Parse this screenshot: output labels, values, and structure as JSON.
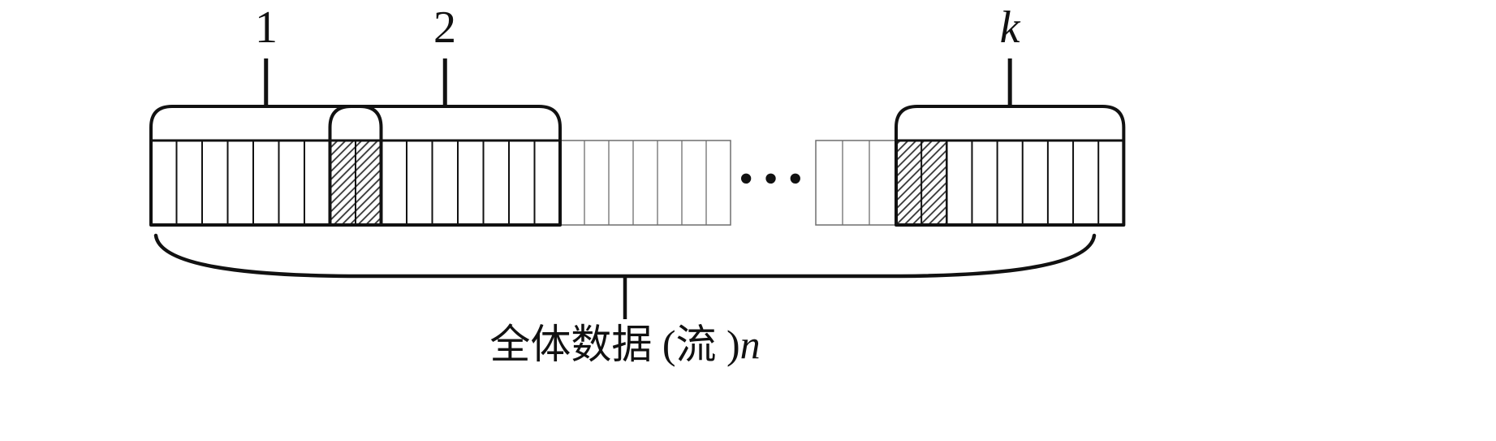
{
  "figure": {
    "window_labels": [
      {
        "text": "1",
        "italic": false
      },
      {
        "text": "2",
        "italic": false
      },
      {
        "text": "k",
        "italic": true
      }
    ],
    "ellipsis": "···",
    "caption": {
      "cjk": "全体数据 (流 )",
      "variable": "n"
    },
    "colors": {
      "ink": "#111111",
      "thin_ink": "#6e6e6e",
      "hatch_ink": "#333333",
      "background": "#ffffff"
    },
    "structure": {
      "window1_cells": 9,
      "window2_cells": 9,
      "overlap_cells_1_2": 2,
      "gap_cells_after_window2": 7,
      "gap_cells_before_window_k": 3,
      "window_k_cells": 9,
      "window_k_hatched_cells": 2
    }
  }
}
